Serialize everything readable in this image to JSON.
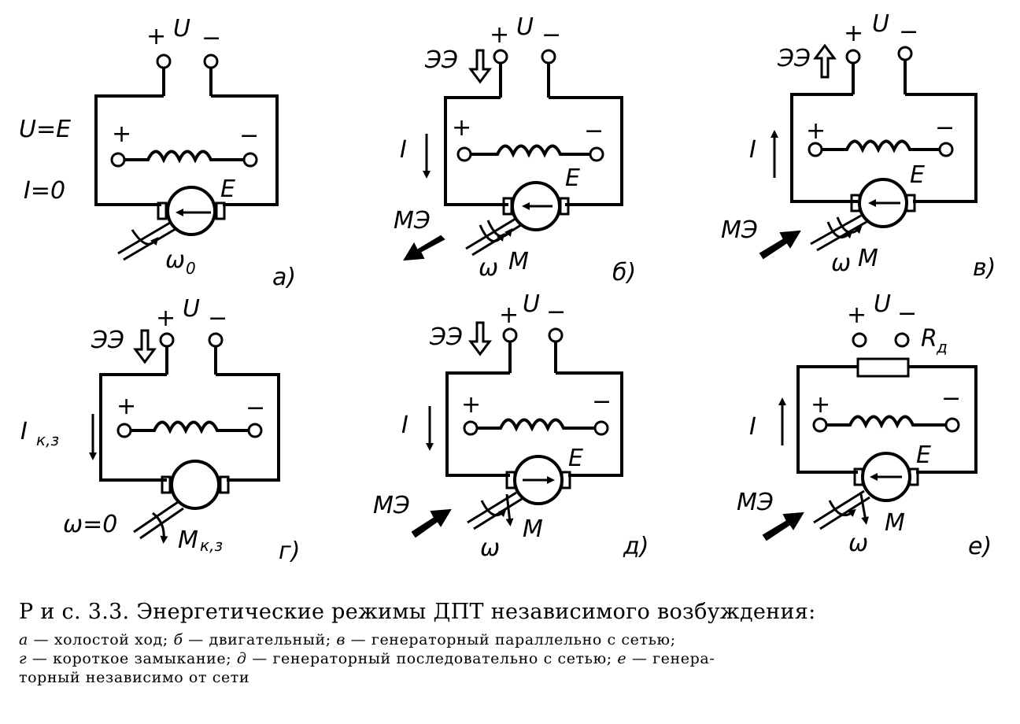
{
  "labels": {
    "U": "U",
    "plus": "+",
    "minus": "−",
    "EE": "ЭЭ",
    "ME": "МЭ",
    "I": "I",
    "E": "E",
    "M": "M",
    "omega": "ω",
    "omega0": "ω",
    "omega0_sub": "0",
    "U_eq_E": "U=E",
    "I_eq_0": "I=0",
    "I_kz": "I",
    "I_kz_sub": "к,з",
    "omega_eq_0": "ω=0",
    "M_kz": "M",
    "M_kz_sub": "к,з",
    "R": "R",
    "R_sub": "д"
  },
  "panels": {
    "a": "а)",
    "b": "б)",
    "v": "в)",
    "g": "г)",
    "d": "д)",
    "e": "е)"
  },
  "caption": {
    "title": "Р и с. 3.3. Энергетические режимы ДПТ независимого возбуждения:",
    "line1_a": "а",
    "line1_a_text": " — холостой ход; ",
    "line1_b": "б",
    "line1_b_text": " — двигательный;   ",
    "line1_v": "в",
    "line1_v_text": " — генераторный  параллельно с сетью;",
    "line2_g": "г",
    "line2_g_text": " — короткое замыкание; ",
    "line2_d": "д",
    "line2_d_text": " — генераторный последовательно с сетью; ",
    "line2_e": "е",
    "line2_e_text": " — генера-",
    "line3": "торный независимо от сети"
  }
}
